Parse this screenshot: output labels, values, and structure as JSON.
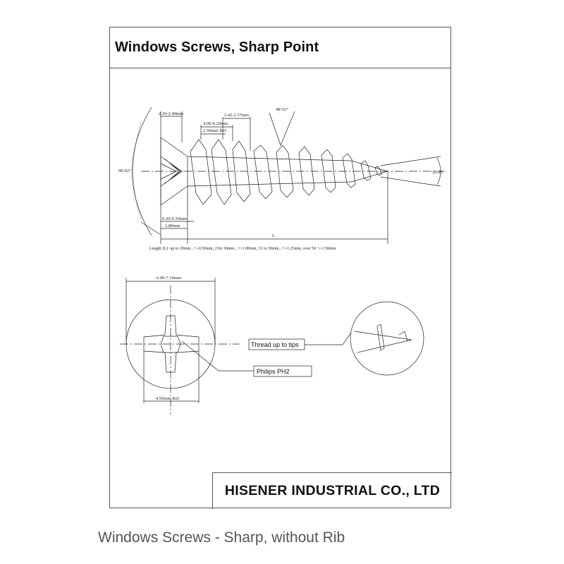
{
  "title": "Windows Screws, Sharp Point",
  "company": "HISENER INDUSTRIAL CO., LTD",
  "caption": "Windows Screws - Sharp, without Rib",
  "side_view": {
    "dim_head_height": "2.10-2.40mm",
    "dim_thread_pitch": "2.42-2.57mm",
    "dim_major_diameter": "4.00-4.20mm",
    "dim_minor_ref": "2.50mm Ref.",
    "dim_thread_angle": "48-52°",
    "dim_head_angle": "90-92°",
    "dim_point_angle": "20-25°",
    "dim_edge": "0.20-0.30mm",
    "dim_head_depth": "2.80mm",
    "dim_length": "L",
    "length_note": "Lenght (L): up to 20mm...+/-0.50mm, 21to 30mm...+/-1.00mm, 31 to 50mm...+/-1.25mm, over 50 +/-1.50mm"
  },
  "top_view": {
    "dim_head_diameter": "6.90-7.10mm",
    "dim_recess": "4.50mm Ref.",
    "callout_thread": "Thread up to tips",
    "callout_recess": "Philips PH2"
  }
}
